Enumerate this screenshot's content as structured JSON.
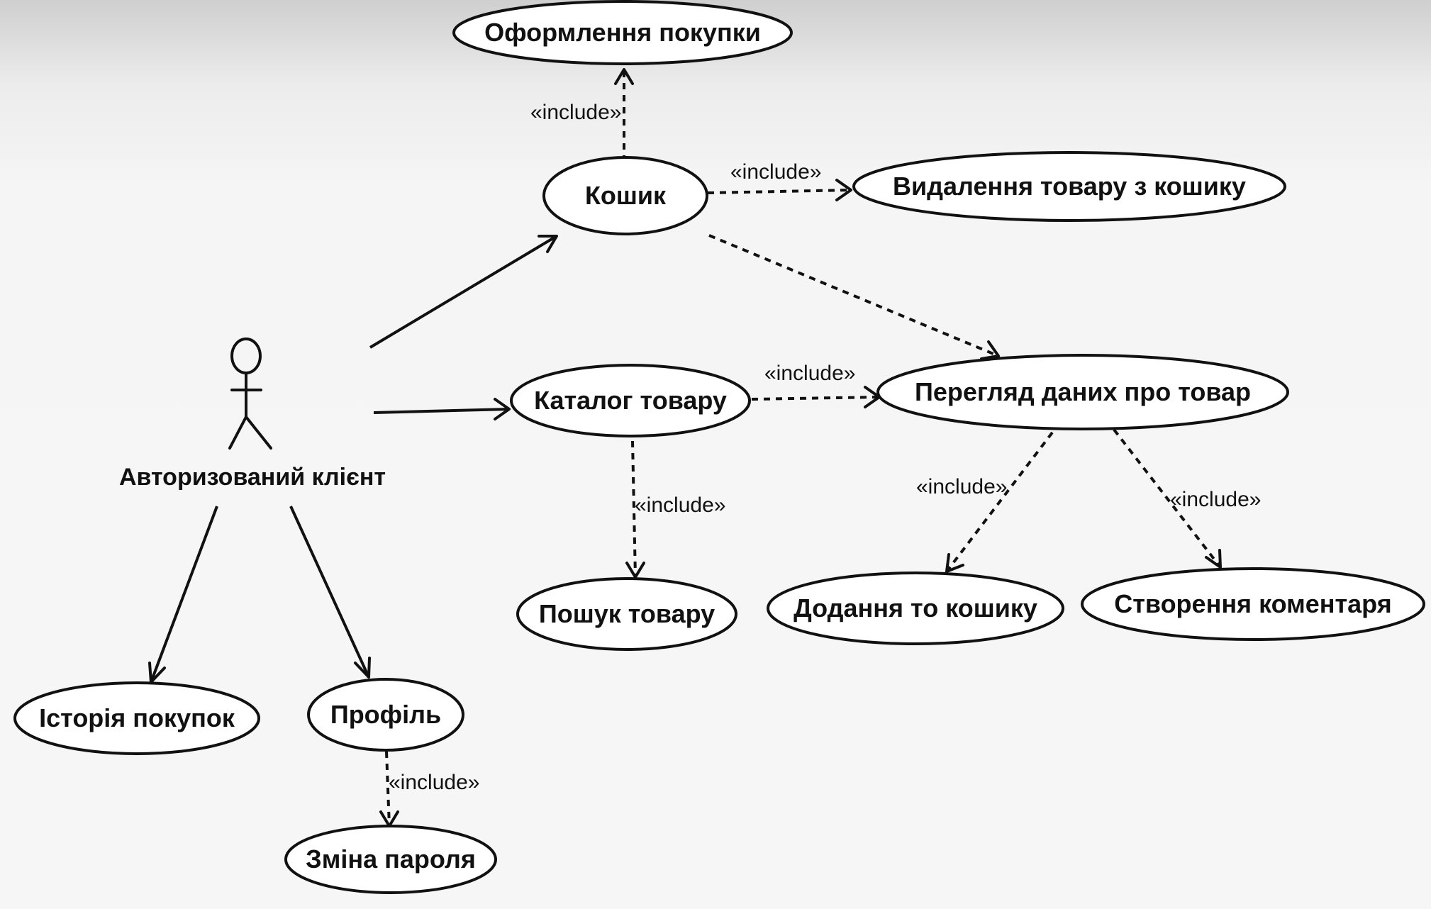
{
  "actor": {
    "name": "Авторизований клієнт"
  },
  "use_cases": {
    "checkout": "Оформлення покупки",
    "cart": "Кошик",
    "remove_from_cart": "Видалення товару з кошику",
    "catalog": "Каталог товару",
    "view_product": "Перегляд даних про товар",
    "search": "Пошук товару",
    "add_to_cart": "Додання то кошику",
    "create_comment": "Створення коментаря",
    "purchase_history": "Історія покупок",
    "profile": "Профіль",
    "change_password": "Зміна пароля"
  },
  "relations": {
    "include_label": "«include»"
  }
}
